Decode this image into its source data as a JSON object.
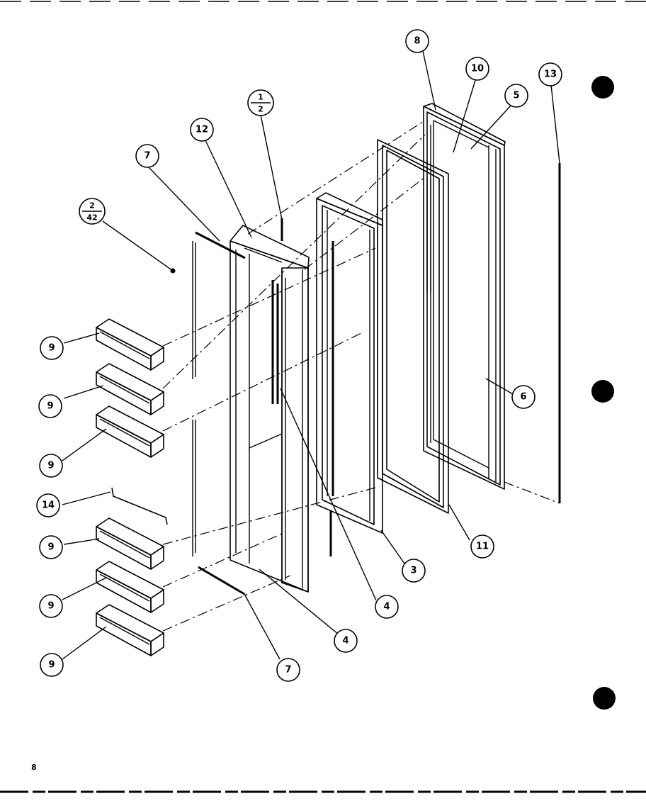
{
  "page": {
    "number": "8"
  },
  "callouts": {
    "c8": "8",
    "c10": "10",
    "c5": "5",
    "c13": "13",
    "c12": "12",
    "c7a": "7",
    "c7b": "7",
    "c6": "6",
    "c11": "11",
    "c3": "3",
    "c4a": "4",
    "c4b": "4",
    "c14": "14",
    "c9a": "9",
    "c9b": "9",
    "c9c": "9",
    "c9d": "9",
    "c9e": "9",
    "c9f": "9",
    "frac1_top": "1",
    "frac1_bottom": "2",
    "frac2_top": "2",
    "frac2_bottom": "42"
  }
}
